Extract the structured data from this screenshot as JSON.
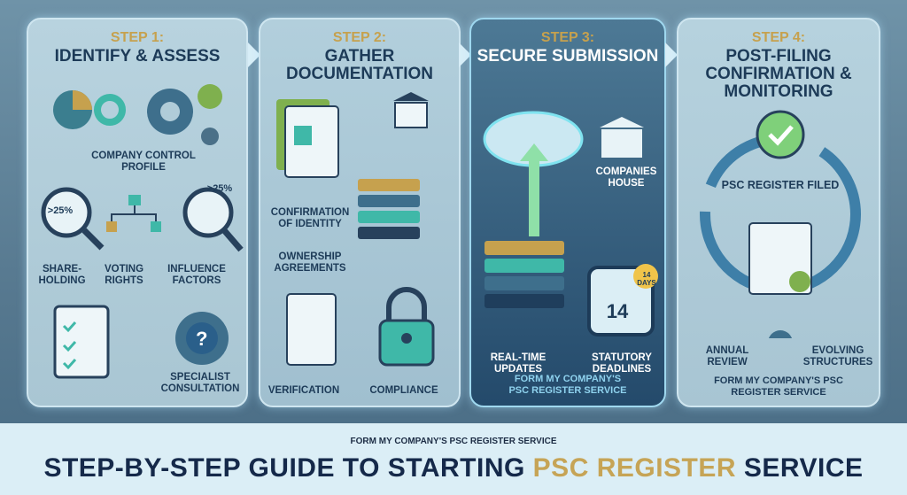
{
  "steps": [
    {
      "step": "STEP 1:",
      "title": "IDENTIFY & ASSESS",
      "labels": [
        "COMPANY CONTROL PROFILE",
        ">25%",
        ">25%",
        "SHARE-HOLDING",
        "VOTING RIGHTS",
        "INFLUENCE FACTORS",
        "SPECIALIST CONSULTATION"
      ]
    },
    {
      "step": "STEP 2:",
      "title": "GATHER DOCUMENTATION",
      "labels": [
        "CONFIRMATION OF IDENTITY",
        "OWNERSHIP AGREEMENTS",
        "VERIFICATION",
        "COMPLIANCE"
      ]
    },
    {
      "step": "STEP 3:",
      "title": "SECURE SUBMISSION",
      "labels": [
        "COMPANIES HOUSE",
        "14",
        "14 DAYS",
        "REAL-TIME UPDATES",
        "STATUTORY DEADLINES"
      ],
      "footer": "FORM MY COMPANY'S PSC REGISTER SERVICE"
    },
    {
      "step": "STEP 4:",
      "title": "POST-FILING CONFIRMATION & MONITORING",
      "labels": [
        "PSC REGISTER FILED",
        "ANNUAL REVIEW",
        "EVOLVING STRUCTURES"
      ],
      "footer": "FORM MY COMPANY'S PSC REGISTER SERVICE"
    }
  ],
  "banner": {
    "subtitle": "FORM MY COMPANY'S PSC REGISTER SERVICE",
    "title_a": "STEP-BY-STEP GUIDE TO STARTING ",
    "title_b": "PSC REGISTER",
    "title_c": " SERVICE"
  },
  "colors": {
    "gold": "#c6a14e",
    "navy": "#1d3b58",
    "teal": "#3fb8a8"
  }
}
